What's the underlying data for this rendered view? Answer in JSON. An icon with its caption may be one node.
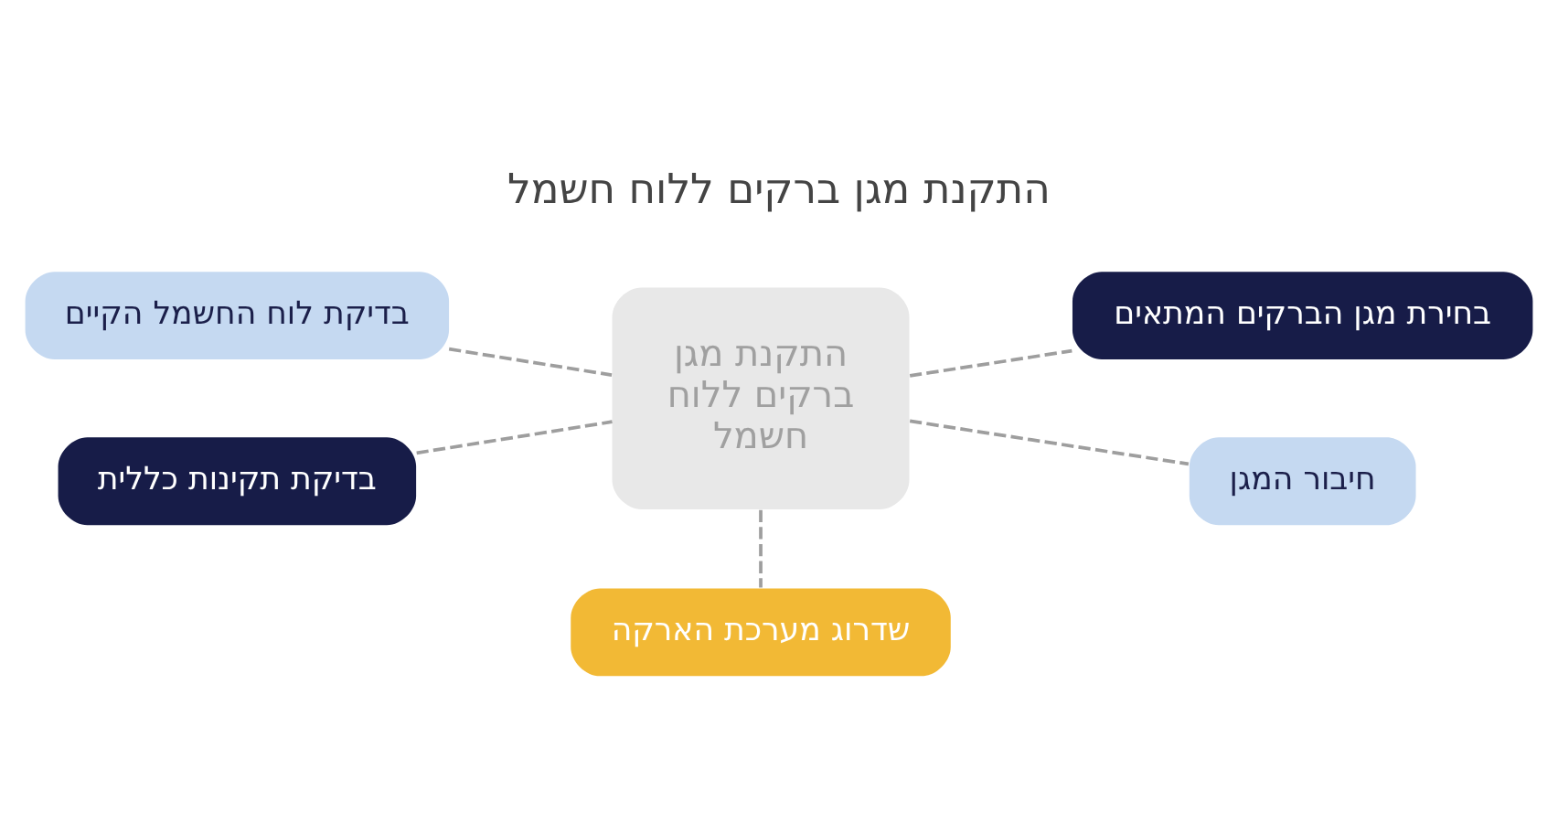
{
  "diagram": {
    "title": "התקנת מגן ברקים ללוח חשמל",
    "nodes": [
      {
        "text": [
          "התקנת מגן ברקים ללוח חשמל"
        ]
      },
      {
        "text": [
          "בחירת מגן הברקים המתאים"
        ]
      },
      {
        "text": [
          "בדיקת לוח החשמל הקיים"
        ]
      },
      {
        "text": [
          "חיבור המגן"
        ]
      },
      {
        "text": [
          "בדיקת תקינות כללית"
        ]
      },
      {
        "text": [
          "שדרוג מערכת הארקה"
        ]
      }
    ],
    "edges": [
      {
        "from": 0,
        "to": 1,
        "arrow": "none",
        "style": "dashed"
      },
      {
        "from": 2,
        "to": 0,
        "arrow": "none",
        "style": "dashed"
      },
      {
        "from": 0,
        "to": 3,
        "arrow": "none",
        "style": "dashed"
      },
      {
        "from": 4,
        "to": 0,
        "arrow": "none",
        "style": "dashed"
      },
      {
        "from": 0,
        "to": 5,
        "arrow": "none",
        "style": "dashed"
      }
    ]
  }
}
